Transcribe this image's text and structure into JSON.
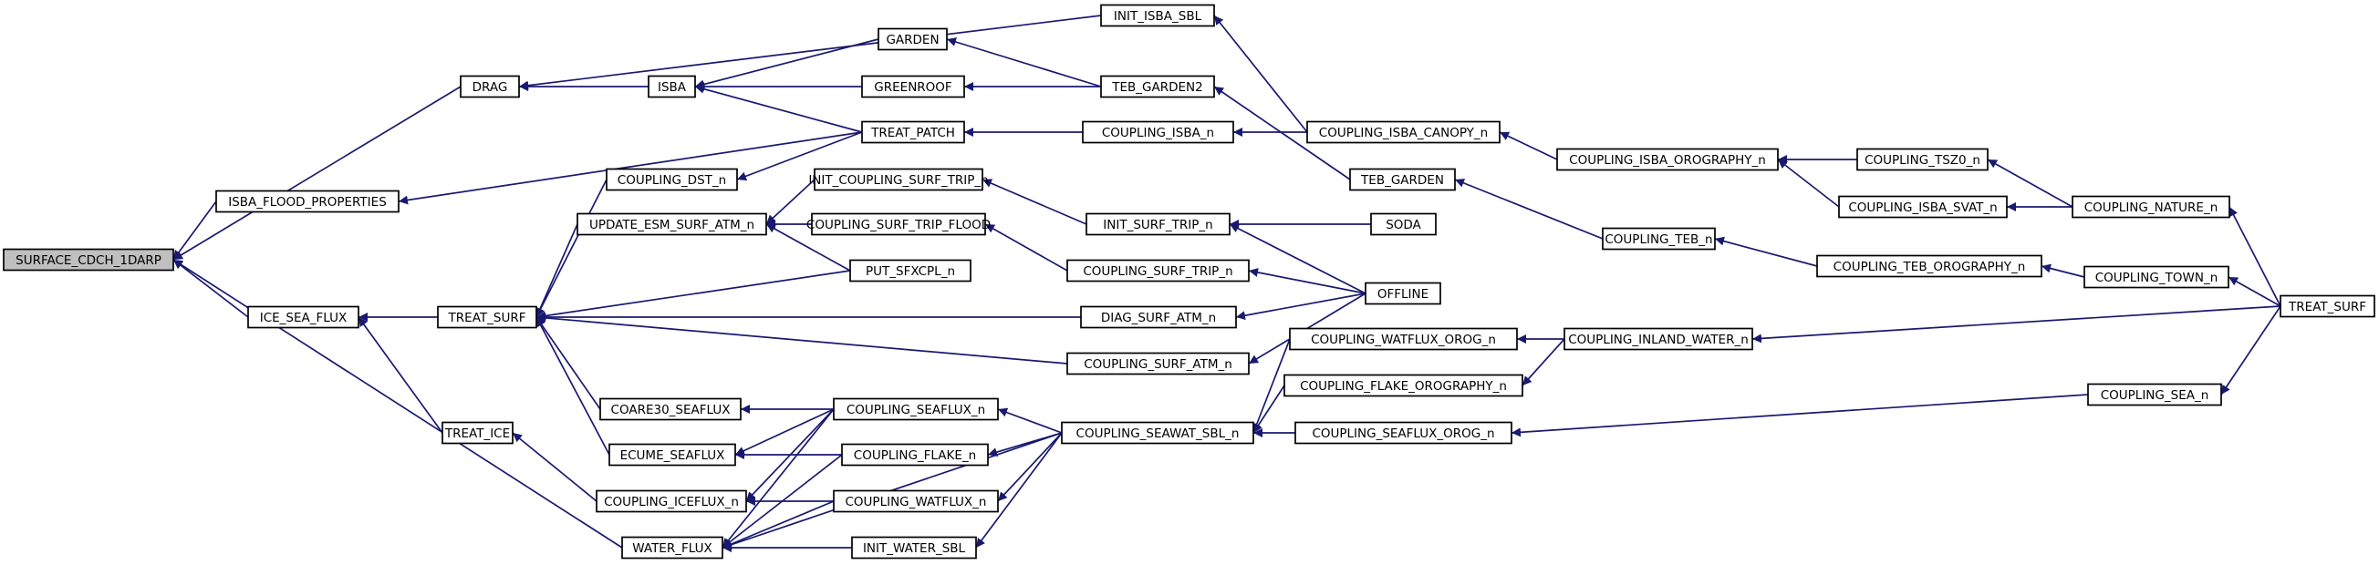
{
  "diagram": {
    "type": "call-graph",
    "root": "surface-cdch-1darp",
    "nodes": [
      {
        "id": "surface-cdch-1darp",
        "label": "SURFACE_CDCH_1DARP"
      },
      {
        "id": "drag",
        "label": "DRAG"
      },
      {
        "id": "isba-flood-properties",
        "label": "ISBA_FLOOD_PROPERTIES"
      },
      {
        "id": "ice-sea-flux",
        "label": "ICE_SEA_FLUX"
      },
      {
        "id": "water-flux",
        "label": "WATER_FLUX"
      },
      {
        "id": "isba",
        "label": "ISBA"
      },
      {
        "id": "treat-surf",
        "label": "TREAT_SURF"
      },
      {
        "id": "treat-ice",
        "label": "TREAT_ICE"
      },
      {
        "id": "init-isba-sbl",
        "label": "INIT_ISBA_SBL"
      },
      {
        "id": "garden",
        "label": "GARDEN"
      },
      {
        "id": "greenroof",
        "label": "GREENROOF"
      },
      {
        "id": "treat-patch",
        "label": "TREAT_PATCH"
      },
      {
        "id": "coupling-dst-n",
        "label": "COUPLING_DST_n"
      },
      {
        "id": "update-esm-surf-atm-n",
        "label": "UPDATE_ESM_SURF_ATM_n"
      },
      {
        "id": "init-coupling-surf-trip-n",
        "label": "INIT_COUPLING_SURF_TRIP_n"
      },
      {
        "id": "coupling-surf-trip-flood",
        "label": "COUPLING_SURF_TRIP_FLOOD"
      },
      {
        "id": "put-sfxcpl-n",
        "label": "PUT_SFXCPL_n"
      },
      {
        "id": "coare30-seaflux",
        "label": "COARE30_SEAFLUX"
      },
      {
        "id": "ecume-seaflux",
        "label": "ECUME_SEAFLUX"
      },
      {
        "id": "coupling-iceflux-n",
        "label": "COUPLING_ICEFLUX_n"
      },
      {
        "id": "coupling-seaflux-n",
        "label": "COUPLING_SEAFLUX_n"
      },
      {
        "id": "coupling-flake-n",
        "label": "COUPLING_FLAKE_n"
      },
      {
        "id": "coupling-watflux-n",
        "label": "COUPLING_WATFLUX_n"
      },
      {
        "id": "init-water-sbl",
        "label": "INIT_WATER_SBL"
      },
      {
        "id": "teb-garden2",
        "label": "TEB_GARDEN2"
      },
      {
        "id": "coupling-isba-n",
        "label": "COUPLING_ISBA_n"
      },
      {
        "id": "init-surf-trip-n",
        "label": "INIT_SURF_TRIP_n"
      },
      {
        "id": "coupling-surf-trip-n",
        "label": "COUPLING_SURF_TRIP_n"
      },
      {
        "id": "diag-surf-atm-n",
        "label": "DIAG_SURF_ATM_n"
      },
      {
        "id": "coupling-surf-atm-n",
        "label": "COUPLING_SURF_ATM_n"
      },
      {
        "id": "coupling-seawat-sbl-n",
        "label": "COUPLING_SEAWAT_SBL_n"
      },
      {
        "id": "coupling-isba-canopy-n",
        "label": "COUPLING_ISBA_CANOPY_n"
      },
      {
        "id": "teb-garden",
        "label": "TEB_GARDEN"
      },
      {
        "id": "soda",
        "label": "SODA"
      },
      {
        "id": "offline",
        "label": "OFFLINE"
      },
      {
        "id": "coupling-watflux-orog-n",
        "label": "COUPLING_WATFLUX_OROG_n"
      },
      {
        "id": "coupling-flake-orography-n",
        "label": "COUPLING_FLAKE_OROGRAPHY_n"
      },
      {
        "id": "coupling-seaflux-orog-n",
        "label": "COUPLING_SEAFLUX_OROG_n"
      },
      {
        "id": "coupling-teb-n",
        "label": "COUPLING_TEB_n"
      },
      {
        "id": "coupling-inland-water-n",
        "label": "COUPLING_INLAND_WATER_n"
      },
      {
        "id": "coupling-isba-orography-n",
        "label": "COUPLING_ISBA_OROGRAPHY_n"
      },
      {
        "id": "coupling-teb-orography-n",
        "label": "COUPLING_TEB_OROGRAPHY_n"
      },
      {
        "id": "coupling-tsz0-n",
        "label": "COUPLING_TSZ0_n"
      },
      {
        "id": "coupling-isba-svat-n",
        "label": "COUPLING_ISBA_SVAT_n"
      },
      {
        "id": "coupling-town-n",
        "label": "COUPLING_TOWN_n"
      },
      {
        "id": "coupling-sea-n",
        "label": "COUPLING_SEA_n"
      },
      {
        "id": "coupling-nature-n",
        "label": "COUPLING_NATURE_n"
      },
      {
        "id": "treat-surf-final",
        "label": "TREAT_SURF"
      }
    ],
    "edges": [
      [
        "drag",
        "surface-cdch-1darp"
      ],
      [
        "isba-flood-properties",
        "surface-cdch-1darp"
      ],
      [
        "ice-sea-flux",
        "surface-cdch-1darp"
      ],
      [
        "water-flux",
        "surface-cdch-1darp"
      ],
      [
        "isba",
        "drag"
      ],
      [
        "init-isba-sbl",
        "drag"
      ],
      [
        "treat-patch",
        "isba-flood-properties"
      ],
      [
        "treat-surf",
        "ice-sea-flux"
      ],
      [
        "treat-ice",
        "ice-sea-flux"
      ],
      [
        "coupling-iceflux-n",
        "treat-ice"
      ],
      [
        "garden",
        "isba"
      ],
      [
        "greenroof",
        "isba"
      ],
      [
        "treat-patch",
        "isba"
      ],
      [
        "teb-garden2",
        "garden"
      ],
      [
        "teb-garden2",
        "greenroof"
      ],
      [
        "coupling-isba-n",
        "treat-patch"
      ],
      [
        "coupling-dst-n",
        "treat-surf"
      ],
      [
        "update-esm-surf-atm-n",
        "treat-surf"
      ],
      [
        "put-sfxcpl-n",
        "treat-surf"
      ],
      [
        "diag-surf-atm-n",
        "treat-surf"
      ],
      [
        "coupling-surf-atm-n",
        "treat-surf"
      ],
      [
        "coare30-seaflux",
        "treat-surf"
      ],
      [
        "ecume-seaflux",
        "treat-surf"
      ],
      [
        "treat-patch",
        "coupling-dst-n"
      ],
      [
        "init-coupling-surf-trip-n",
        "update-esm-surf-atm-n"
      ],
      [
        "coupling-surf-trip-flood",
        "update-esm-surf-atm-n"
      ],
      [
        "put-sfxcpl-n",
        "update-esm-surf-atm-n"
      ],
      [
        "init-surf-trip-n",
        "init-coupling-surf-trip-n"
      ],
      [
        "coupling-surf-trip-n",
        "coupling-surf-trip-flood"
      ],
      [
        "coupling-seaflux-n",
        "coare30-seaflux"
      ],
      [
        "coupling-seaflux-n",
        "ecume-seaflux"
      ],
      [
        "coupling-flake-n",
        "ecume-seaflux"
      ],
      [
        "coupling-seaflux-n",
        "coupling-iceflux-n"
      ],
      [
        "coupling-watflux-n",
        "coupling-iceflux-n"
      ],
      [
        "coupling-seaflux-n",
        "water-flux"
      ],
      [
        "coupling-flake-n",
        "water-flux"
      ],
      [
        "coupling-watflux-n",
        "water-flux"
      ],
      [
        "init-water-sbl",
        "water-flux"
      ],
      [
        "coupling-seawat-sbl-n",
        "water-flux"
      ],
      [
        "coupling-seawat-sbl-n",
        "coupling-seaflux-n"
      ],
      [
        "coupling-seawat-sbl-n",
        "coupling-flake-n"
      ],
      [
        "coupling-seawat-sbl-n",
        "coupling-watflux-n"
      ],
      [
        "coupling-seawat-sbl-n",
        "init-water-sbl"
      ],
      [
        "coupling-isba-canopy-n",
        "init-isba-sbl"
      ],
      [
        "coupling-isba-canopy-n",
        "coupling-isba-n"
      ],
      [
        "teb-garden",
        "teb-garden2"
      ],
      [
        "soda",
        "init-surf-trip-n"
      ],
      [
        "offline",
        "init-surf-trip-n"
      ],
      [
        "offline",
        "coupling-surf-trip-n"
      ],
      [
        "offline",
        "diag-surf-atm-n"
      ],
      [
        "offline",
        "coupling-surf-atm-n"
      ],
      [
        "coupling-watflux-orog-n",
        "coupling-seawat-sbl-n"
      ],
      [
        "coupling-flake-orography-n",
        "coupling-seawat-sbl-n"
      ],
      [
        "coupling-seaflux-orog-n",
        "coupling-seawat-sbl-n"
      ],
      [
        "coupling-isba-orography-n",
        "coupling-isba-canopy-n"
      ],
      [
        "coupling-teb-n",
        "teb-garden"
      ],
      [
        "coupling-inland-water-n",
        "coupling-watflux-orog-n"
      ],
      [
        "coupling-inland-water-n",
        "coupling-flake-orography-n"
      ],
      [
        "coupling-sea-n",
        "coupling-seaflux-orog-n"
      ],
      [
        "coupling-teb-orography-n",
        "coupling-teb-n"
      ],
      [
        "coupling-tsz0-n",
        "coupling-isba-orography-n"
      ],
      [
        "coupling-isba-svat-n",
        "coupling-isba-orography-n"
      ],
      [
        "coupling-nature-n",
        "coupling-tsz0-n"
      ],
      [
        "coupling-nature-n",
        "coupling-isba-svat-n"
      ],
      [
        "coupling-town-n",
        "coupling-teb-orography-n"
      ],
      [
        "treat-surf-final",
        "coupling-nature-n"
      ],
      [
        "treat-surf-final",
        "coupling-town-n"
      ],
      [
        "treat-surf-final",
        "coupling-sea-n"
      ],
      [
        "treat-surf-final",
        "coupling-inland-water-n"
      ]
    ],
    "colors": {
      "edge": "#191970",
      "node_border": "#000000",
      "node_fill": "#ffffff",
      "root_fill": "#bfbfbf"
    }
  }
}
